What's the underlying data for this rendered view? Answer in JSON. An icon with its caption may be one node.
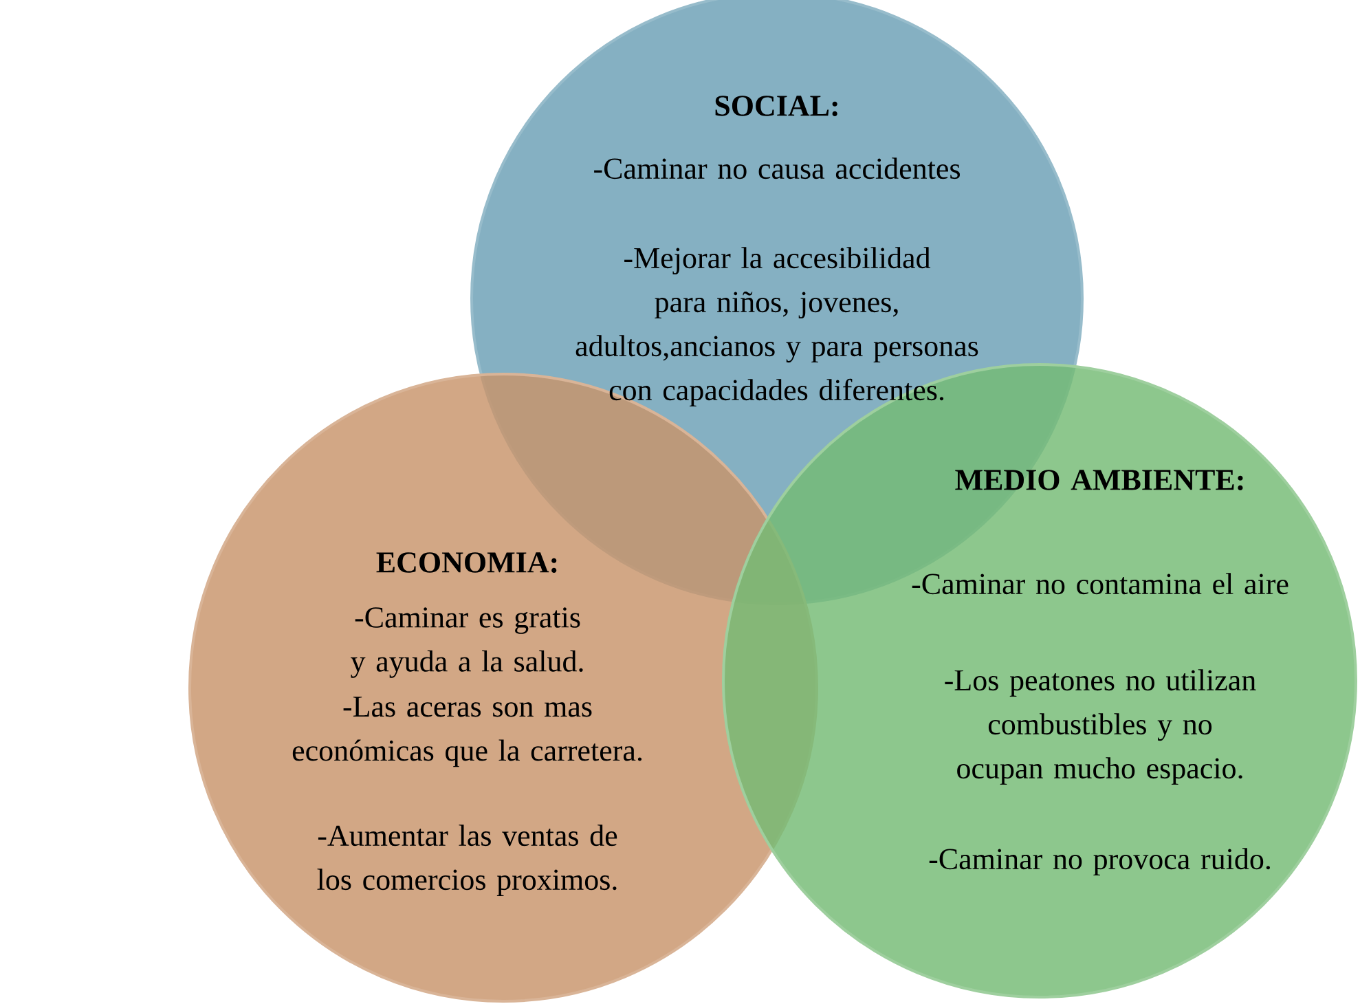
{
  "diagram": {
    "nodes": [
      {
        "text": [
          "SOCIAL:",
          "-Caminar no causa accidentes",
          "-Mejorar la accesibilidad para niños, jovenes, adultos,ancianos y para personas con capacidades diferentes."
        ]
      },
      {
        "text": [
          "ECONOMIA:",
          "-Caminar es gratis y ayuda a la salud.",
          "-Las aceras son mas económicas que la carretera.",
          "-Aumentar las ventas de los comercios proximos."
        ]
      },
      {
        "text": [
          "MEDIO AMBIENTE:",
          "-Caminar no contamina el aire",
          "-Los peatones no utilizan combustibles y no ocupan mucho espacio.",
          "-Caminar no provoca ruido."
        ]
      }
    ]
  }
}
